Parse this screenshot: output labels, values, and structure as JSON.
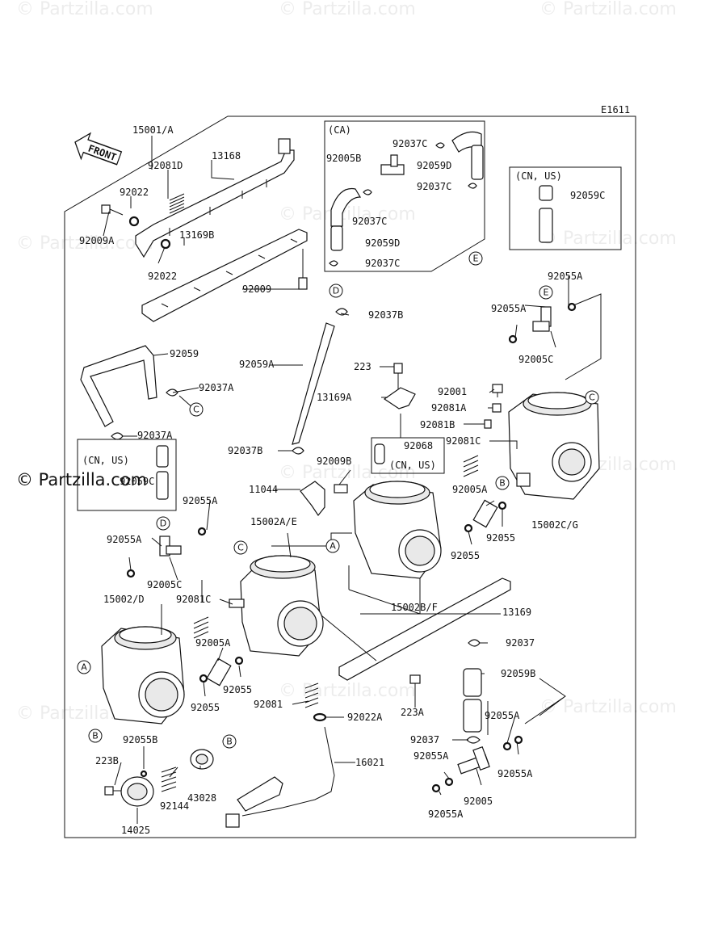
{
  "diagram_code": "E1611",
  "front_label": "FRONT",
  "watermark": "© Partzilla.com",
  "callouts": {
    "15001A": "15001/A",
    "92081D": "92081D",
    "13168": "13168",
    "92022a": "92022",
    "92009A": "92009A",
    "13169B": "13169B",
    "92022b": "92022",
    "92009": "92009",
    "92059": "92059",
    "92037A1": "92037A",
    "92037A2": "92037A",
    "92059C1": "92059C",
    "cnus1": "(CN, US)",
    "ca": "(CA)",
    "92037C1": "92037C",
    "92005B": "92005B",
    "92059D1": "92059D",
    "92037C2": "92037C",
    "92037C3": "92037C",
    "92059D2": "92059D",
    "92037C4": "92037C",
    "cnus2": "(CN, US)",
    "92059C2": "92059C",
    "92037B1": "92037B",
    "92059A": "92059A",
    "223a": "223",
    "13169A": "13169A",
    "92037B2": "92037B",
    "92068": "92068",
    "cnus3": "(CN, US)",
    "92055A1": "92055A",
    "92055A2": "92055A",
    "92005C1": "92005C",
    "92001": "92001",
    "92081A": "92081A",
    "92081B": "92081B",
    "92081C1": "92081C",
    "92009B": "92009B",
    "11044": "11044",
    "92055A3": "92055A",
    "15002AE": "15002A/E",
    "92005A1": "92005A",
    "15002CG": "15002C/G",
    "92055a": "92055",
    "92055b": "92055",
    "92055A4": "92055A",
    "92005C2": "92005C",
    "15002D": "15002/D",
    "92081C2": "92081C",
    "15002BF": "15002B/F",
    "13169": "13169",
    "92037": "92037",
    "92005A2": "92005A",
    "92055c": "92055",
    "92055d": "92055",
    "92081": "92081",
    "92022A": "92022A",
    "92059B": "92059B",
    "223A": "223A",
    "92055B": "92055B",
    "223B": "223B",
    "92144": "92144",
    "43028": "43028",
    "14025": "14025",
    "16021": "16021",
    "92037b": "92037",
    "92055A5": "92055A",
    "92055A6": "92055A",
    "92055A7": "92055A",
    "92005": "92005"
  },
  "connectors": {
    "A": "A",
    "B": "B",
    "C": "C",
    "D": "D",
    "E": "E"
  }
}
